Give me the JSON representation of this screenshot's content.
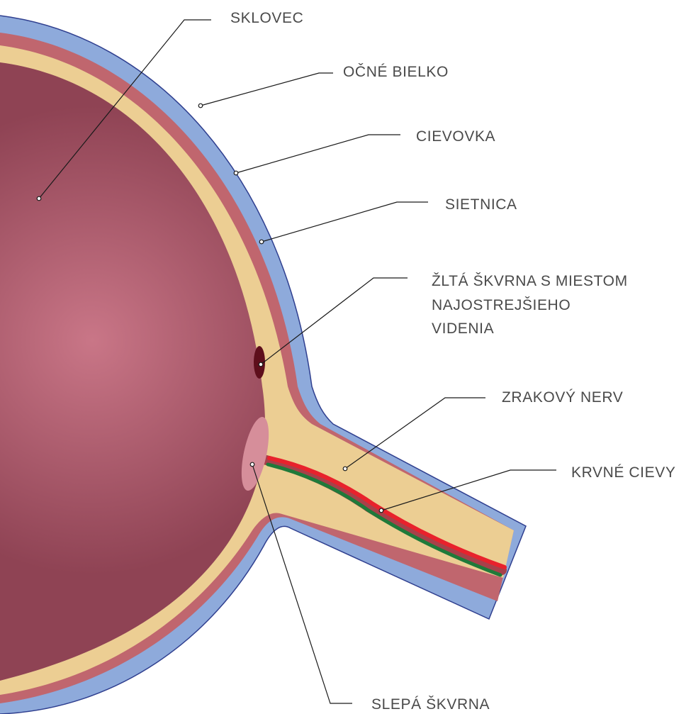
{
  "labels": {
    "sklovec": "SKLOVEC",
    "ocne_bielko": "OČNÉ BIELKO",
    "cievovka": "CIEVOVKA",
    "sietnica": "SIETNICA",
    "zlta_skvrna": [
      "ŽLTÁ ŠKVRNA S MIESTOM",
      "NAJOSTREJŠIEHO",
      "VIDENIA"
    ],
    "zrakovy_nerv": "ZRAKOVÝ NERV",
    "krvne_cievy": "KRVNÉ CIEVY",
    "slepa_skvrna": "SLEPÁ ŠKVRNA"
  },
  "colors": {
    "sclera": "#8eaadb",
    "sclera_edge": "#2f3f8f",
    "choroid": "#c0666e",
    "retina": "#ecce93",
    "vitreous_center": "#c97687",
    "vitreous_edge": "#8f4354",
    "macula": "#5e0f1c",
    "blind_spot": "#d68e9a",
    "vessel_red": "#e8222c",
    "vessel_green": "#1f7a3a",
    "vessel_sheath": "#a8404a",
    "line": "#1a1a1a",
    "text": "#4a4a4a"
  }
}
